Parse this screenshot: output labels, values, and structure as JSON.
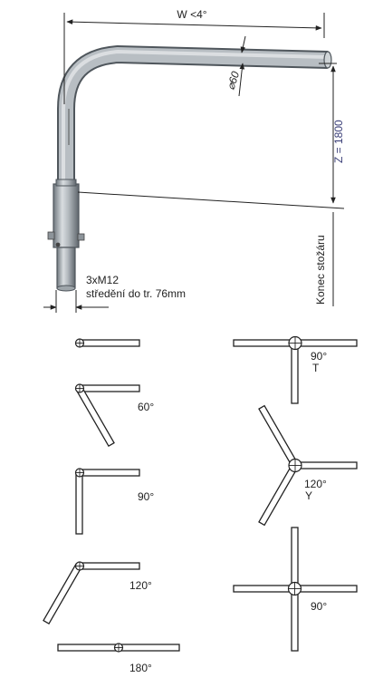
{
  "bracket": {
    "width_label": "W <4°",
    "diameter_label": "⌀60",
    "height_label": "Z = 1800",
    "pole_end_label": "Konec stožáru",
    "fixing_line1": "3xM12",
    "fixing_line2": "středění do tr. 76mm",
    "pole_color": "#a9b0b6"
  },
  "configurations": {
    "single": {
      "straight": "",
      "angle60": "60°",
      "angle90": "90°",
      "angle120": "120°",
      "angle180": "180°"
    },
    "multi": {
      "t_angle": "90°",
      "t_type": "T",
      "y_angle": "120°",
      "y_type": "Y",
      "cross_angle": "90°"
    }
  }
}
